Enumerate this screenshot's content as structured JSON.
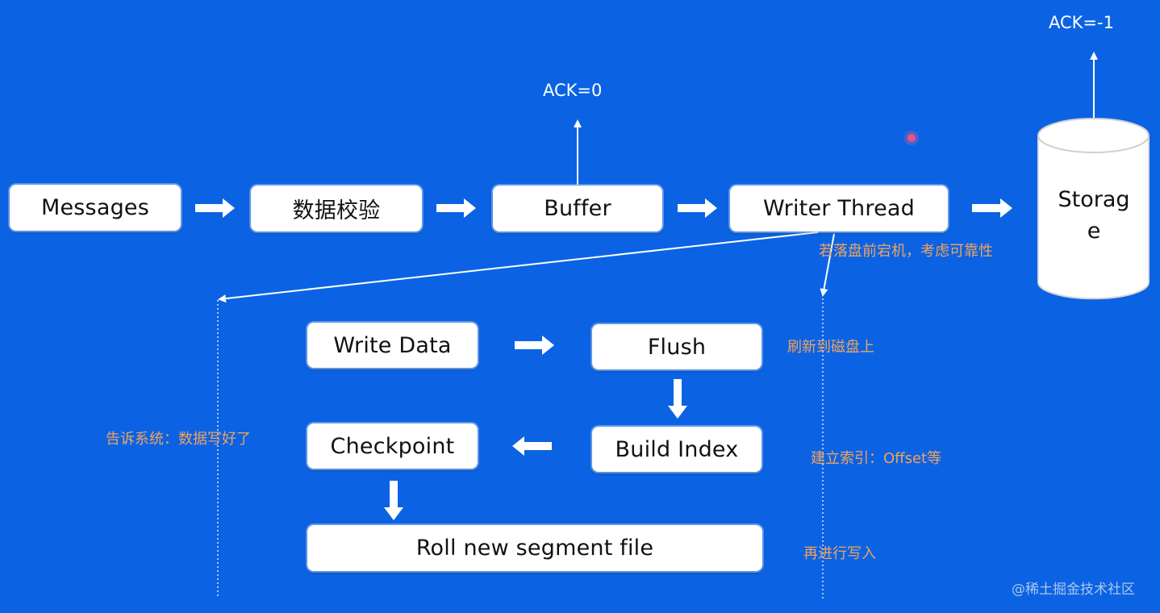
{
  "flow": {
    "messages": "Messages",
    "validation": "数据校验",
    "buffer": "Buffer",
    "writer_thread": "Writer Thread",
    "storage_line1": "Storag",
    "storage_line2": "e"
  },
  "acks": {
    "buffer_ack": "ACK=0",
    "storage_ack": "ACK=-1"
  },
  "steps": {
    "write_data": "Write Data",
    "flush": "Flush",
    "build_index": "Build Index",
    "checkpoint": "Checkpoint",
    "roll_segment": "Roll new segment file"
  },
  "notes": {
    "crash_note": "若落盘前宕机，考虑可靠性",
    "flush_note": "刷新到磁盘上",
    "index_note": "建立索引：Offset等",
    "tell_note": "告诉系统：数据写好了",
    "rewrite_note": "再进行写入"
  },
  "watermark": "@稀土掘金技术社区",
  "colors": {
    "background": "#0b63e4",
    "note": "#f0a35c",
    "box": "#ffffff"
  }
}
